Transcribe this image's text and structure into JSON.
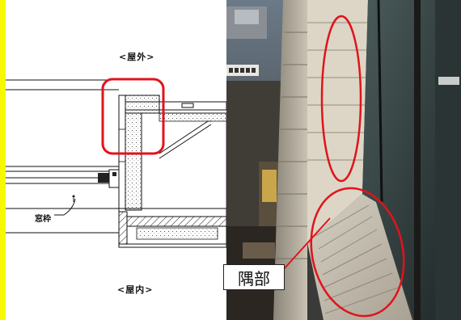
{
  "drawing": {
    "outside_label": "<屋外>",
    "inside_label": "<屋内>",
    "frame_label": "窓枠"
  },
  "photo": {
    "callout_label": "隅部"
  },
  "colors": {
    "highlight_red": "#e0141c",
    "side_bar_yellow": "#f7f700"
  }
}
